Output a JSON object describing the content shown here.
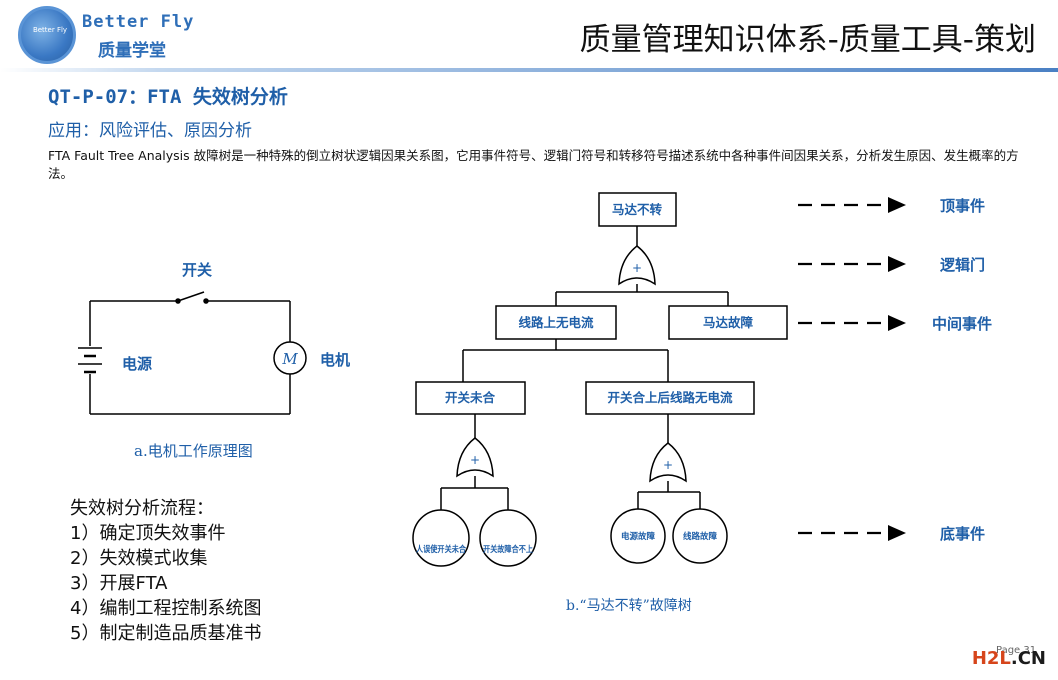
{
  "brand": {
    "name_en": "Better Fly",
    "name_cn": "质量学堂",
    "logo_line1": "Better Fly"
  },
  "header": {
    "title": "质量管理知识体系-质量工具-策划"
  },
  "section": {
    "code_title": "QT-P-07：FTA 失效树分析",
    "subtitle": "应用：风险评估、原因分析",
    "description": "FTA Fault Tree Analysis 故障树是一种特殊的倒立树状逻辑因果关系图，它用事件符号、逻辑门符号和转移符号描述系统中各种事件间因果关系，分析发生原因、发生概率的方法。"
  },
  "circuit": {
    "switch_label": "开关",
    "source_label": "电源",
    "motor_symbol": "M",
    "motor_label": "电机",
    "caption": "a.电机工作原理图"
  },
  "fault_tree": {
    "top_event": "马达不转",
    "or_symbol": "+",
    "mid_left": "线路上无电流",
    "mid_right": "马达故障",
    "low_left": "开关未合",
    "low_right": "开关合上后线路无电流",
    "basic_1": "人误使开关未合",
    "basic_2": "开关故障合不上",
    "basic_3": "电源故障",
    "basic_4": "线路故障",
    "caption": "b.“马达不转”故障树"
  },
  "legend": [
    {
      "label": "顶事件"
    },
    {
      "label": "逻辑门"
    },
    {
      "label": "中间事件"
    },
    {
      "label": "底事件"
    }
  ],
  "process": {
    "title": "失效树分析流程：",
    "steps": [
      "1）确定顶失效事件",
      "2）失效模式收集",
      "3）开展FTA",
      "4）编制工程控制系统图",
      "5）制定制造品质基准书"
    ]
  },
  "footer": {
    "page": "Page 31",
    "watermark_a": "H2L",
    "watermark_b": ".CN"
  },
  "colors": {
    "accent": "#1f5fa8",
    "brand": "#2f6fb8",
    "watermark": "#d6451b"
  }
}
